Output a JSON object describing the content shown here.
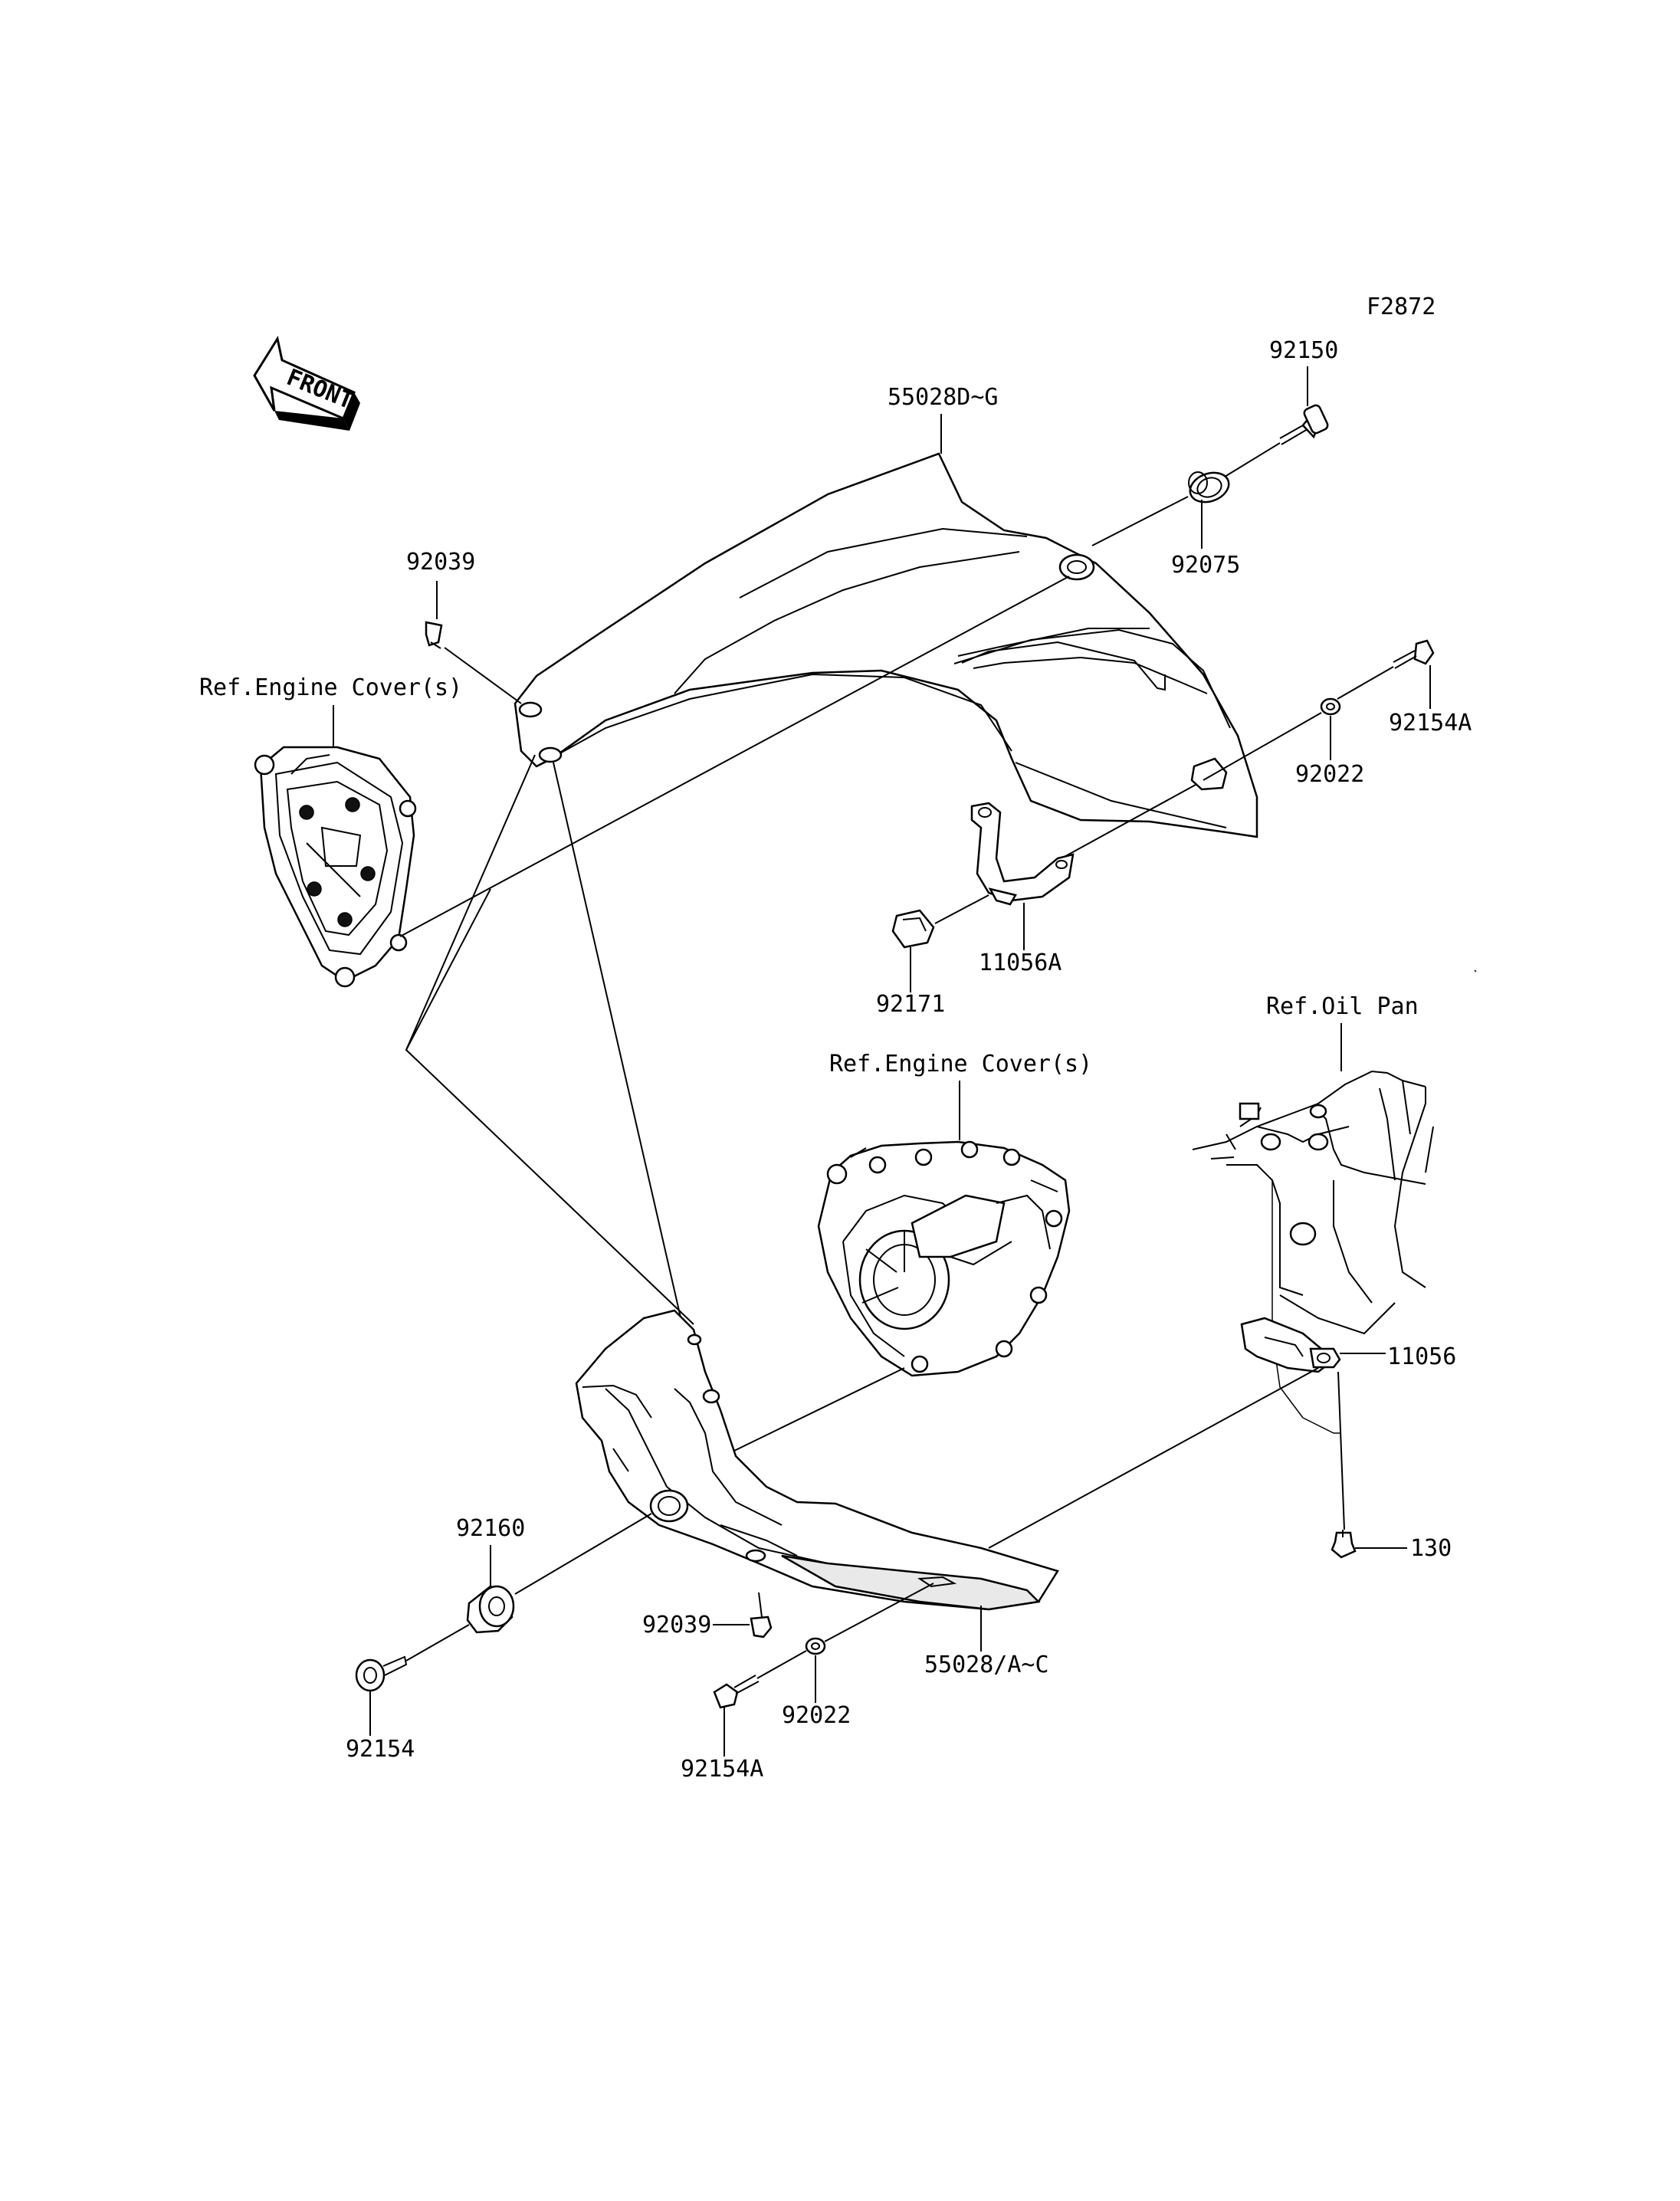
{
  "figure_id": "F2872",
  "front_label": "FRONT",
  "labels": {
    "p55028DG": "55028D~G",
    "p92150": "92150",
    "p92075": "92075",
    "p92039_top": "92039",
    "ref_engine_cover_left": "Ref.Engine Cover(s)",
    "p92154A_top": "92154A",
    "p92022_top": "92022",
    "p11056A": "11056A",
    "p92171": "92171",
    "ref_oil_pan": "Ref.Oil Pan",
    "ref_engine_cover_center": "Ref.Engine Cover(s)",
    "p11056": "11056",
    "p92160": "92160",
    "p130": "130",
    "p92039_bottom": "92039",
    "p55028AC": "55028/A~C",
    "p92022_bottom": "92022",
    "p92154": "92154",
    "p92154A_bottom": "92154A"
  }
}
